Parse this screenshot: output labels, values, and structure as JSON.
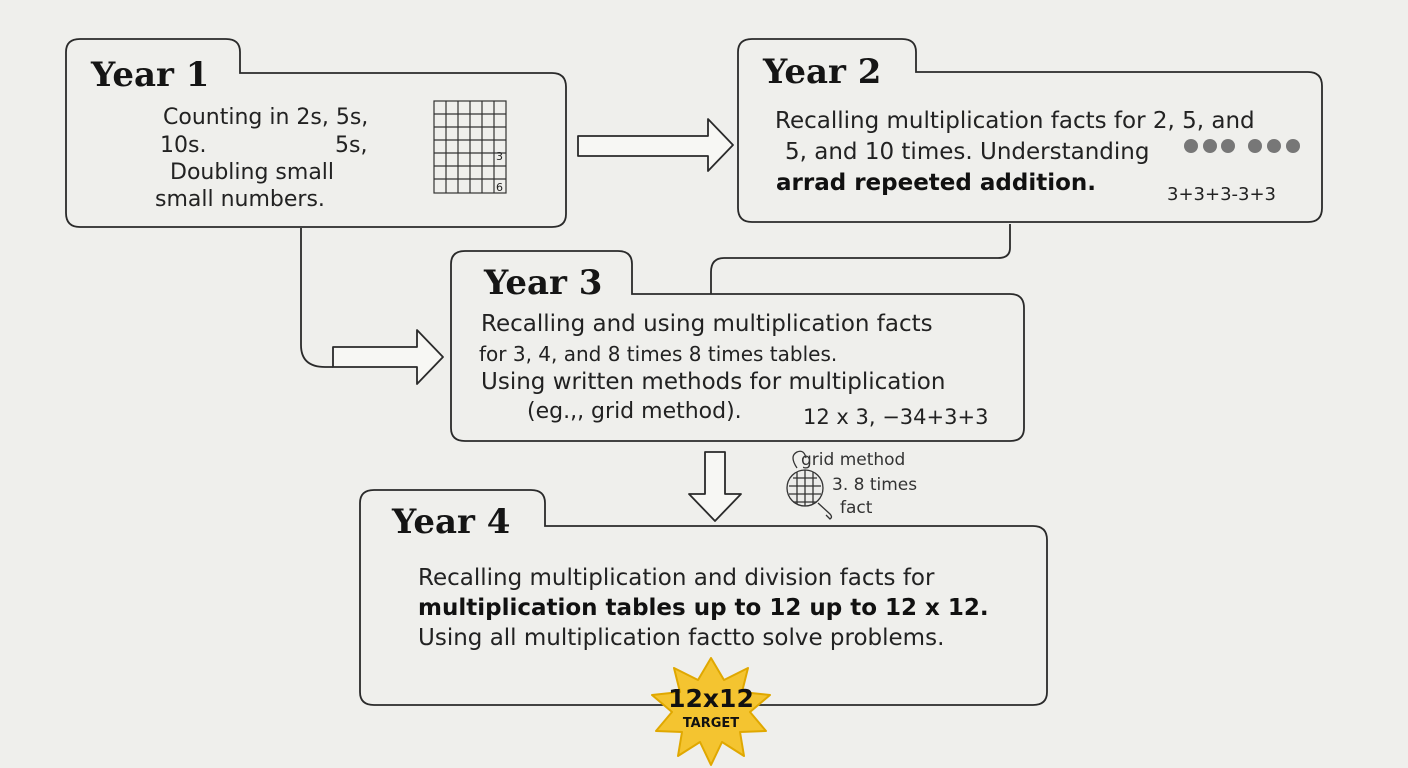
{
  "stages": [
    {
      "title": "Year 1",
      "lines": [
        "Counting in 2s, 5s,",
        "10s.",
        "5s,",
        "Doubling small",
        "small numbers."
      ],
      "grid_labels": [
        "3",
        "6"
      ]
    },
    {
      "title": "Year 2",
      "lines": [
        "Recalling multiplication facts for 2, 5, and",
        "5, and 10 times.  Understanding",
        "arrad repeeted addition."
      ],
      "equation": "3+3+3-3+3"
    },
    {
      "title": "Year 3",
      "lines": [
        "Recalling and using multiplication facts",
        "for 3, 4, and 8 times 8 times tables.",
        "Using written methods for multiplication",
        "(eg.,, grid method)."
      ],
      "equation": "12 x 3,  −34+3+3",
      "note": [
        "grid method",
        "3. 8 times",
        "fact"
      ]
    },
    {
      "title": "Year 4",
      "lines": [
        "Recalling multiplication and division facts for",
        "multiplication tables up to 12 up to 12 x 12.",
        "Using all multiplication factto solve problems."
      ],
      "badge": {
        "main": "12x12",
        "sub": "TARGET"
      }
    }
  ],
  "colors": {
    "background": "#efefec",
    "stroke": "#2a2a2a",
    "badge": "#f4c430",
    "badge_stroke": "#e0a800",
    "dots": "#777777"
  }
}
